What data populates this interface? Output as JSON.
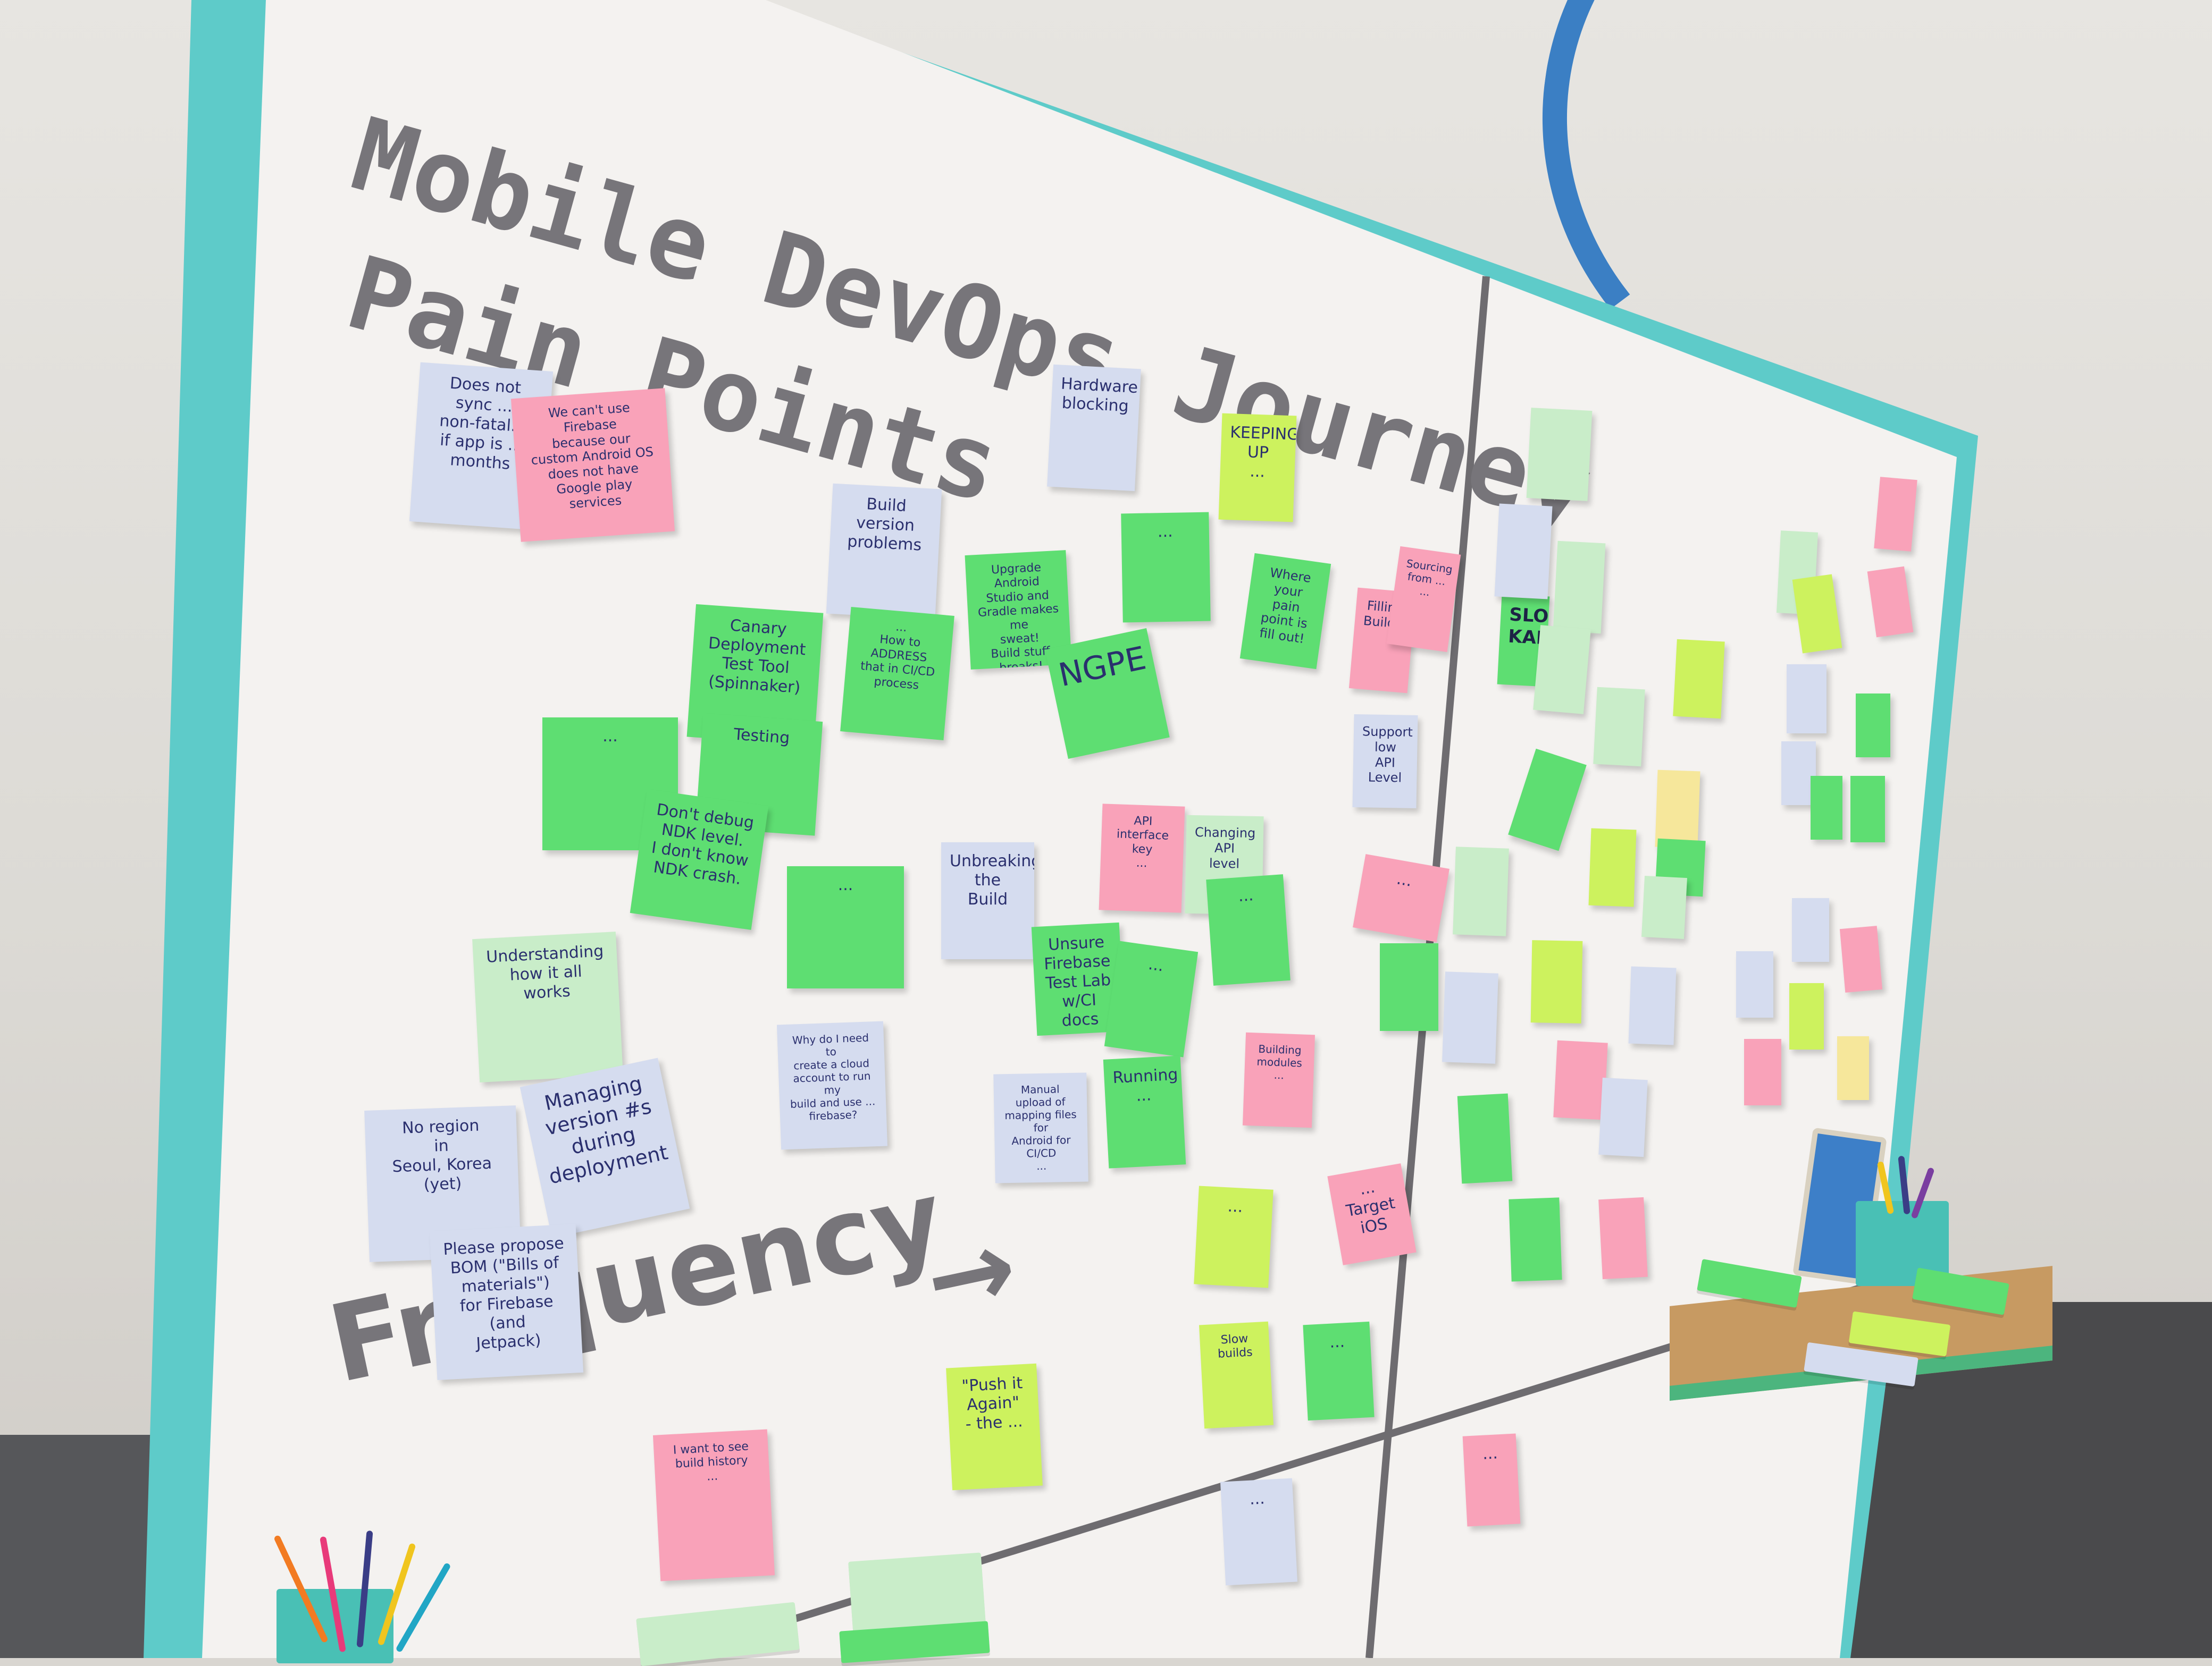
{
  "board": {
    "title_line1": "Mobile DevOps Journey",
    "title_line2": "Pain Points",
    "axis_label": "Frequency",
    "axis_arrow": "→"
  },
  "colors": {
    "frame": "#5ecbc9",
    "board": "#f4f2f0",
    "title": "#77757a",
    "green_note": "#5ede72",
    "pink_note": "#f9a2b9",
    "blue_note": "#d5dcef"
  },
  "notes": [
    {
      "color": "blue",
      "text": "Does not\nsync ...\nnon-fatal...\nif app is ...\nmonths"
    },
    {
      "color": "pink",
      "text": "We can't use\nFirebase\nbecause our\ncustom Android OS\ndoes not have\nGoogle play\nservices"
    },
    {
      "color": "blue",
      "text": "Hardware\nblocking"
    },
    {
      "color": "lime",
      "text": "KEEPING\nUP\n..."
    },
    {
      "color": "blue",
      "text": "Build\nversion\nproblems"
    },
    {
      "color": "green",
      "text": "Upgrade Android\nStudio and\nGradle makes me\nsweat!\nBuild stuff breaks!"
    },
    {
      "color": "green",
      "text": "..."
    },
    {
      "color": "green",
      "text": "Where your\npain point is\nfill out!"
    },
    {
      "color": "pink",
      "text": "Filling\nBuild..."
    },
    {
      "color": "pink",
      "text": "Sourcing\nfrom ...\n..."
    },
    {
      "color": "green",
      "text": "Canary Deployment\nTest Tool\n(Spinnaker)"
    },
    {
      "color": "green",
      "text": "...\nHow to ADDRESS\nthat in CI/CD\nprocess"
    },
    {
      "color": "green",
      "text": "NGPE"
    },
    {
      "color": "green",
      "text": "Testing"
    },
    {
      "color": "green",
      "text": "..."
    },
    {
      "color": "green",
      "text": "Don't debug\nNDK level.\nI don't know\nNDK crash."
    },
    {
      "color": "blue",
      "text": "Support\nlow\nAPI Level"
    },
    {
      "color": "green",
      "text": "..."
    },
    {
      "color": "blue",
      "text": "Unbreaking\nthe\nBuild"
    },
    {
      "color": "pink",
      "text": "API interface\nkey\n..."
    },
    {
      "color": "mint",
      "text": "Changing\nAPI\nlevel"
    },
    {
      "color": "green",
      "text": "..."
    },
    {
      "color": "pink",
      "text": "..."
    },
    {
      "color": "mint",
      "text": "Understanding\nhow it all\nworks"
    },
    {
      "color": "green",
      "text": "Unsure\nFirebase\nTest Lab\nw/CI\ndocs"
    },
    {
      "color": "green",
      "text": "..."
    },
    {
      "color": "blue",
      "text": "Why do I need to\ncreate a cloud\naccount to run my\nbuild and use ...\nfirebase?"
    },
    {
      "color": "pink",
      "text": "Building modules\n..."
    },
    {
      "color": "blue",
      "text": "Manual upload of\nmapping files for\nAndroid for CI/CD\n..."
    },
    {
      "color": "green",
      "text": "Running\n..."
    },
    {
      "color": "blue",
      "text": "No region\nin\nSeoul, Korea\n(yet)"
    },
    {
      "color": "blue",
      "text": "Managing\nversion #s\nduring\ndeployment"
    },
    {
      "color": "blue",
      "text": "Please propose\nBOM (\"Bills of\nmaterials\")\nfor Firebase\n(and\nJetpack)"
    },
    {
      "color": "lime",
      "text": "..."
    },
    {
      "color": "pink",
      "text": "...\nTarget\niOS"
    },
    {
      "color": "lime",
      "text": "Slow builds"
    },
    {
      "color": "green",
      "text": "..."
    },
    {
      "color": "lime",
      "text": "\"Push it\nAgain\"\n- the ..."
    },
    {
      "color": "pink",
      "text": "I want to see\nbuild history\n..."
    },
    {
      "color": "blue",
      "text": "..."
    },
    {
      "color": "pink",
      "text": "..."
    },
    {
      "color": "green",
      "text": "SLOW\nKAPT"
    }
  ]
}
